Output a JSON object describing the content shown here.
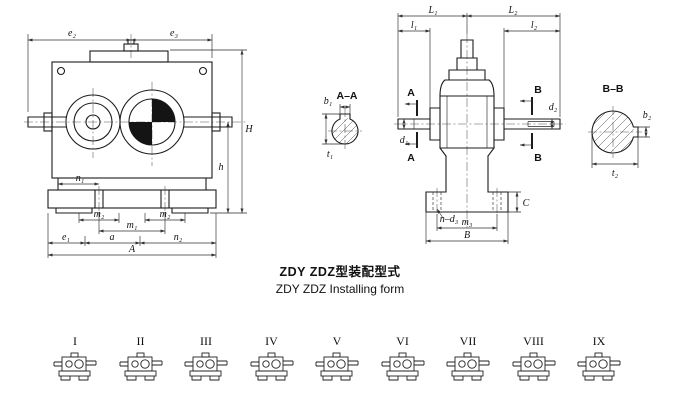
{
  "caption": {
    "line1": "ZDY ZDZ型装配型式",
    "line2": "ZDY ZDZ Installing form"
  },
  "front_view": {
    "dims": {
      "e2": "e₂",
      "e3": "e₃",
      "H": "H",
      "h": "h",
      "n1": "n₁",
      "m2_left": "m₂",
      "m2_right": "m₂",
      "m1": "m₁",
      "e1": "e₁",
      "a": "a",
      "n2": "n₂",
      "A": "A"
    }
  },
  "section_aa": {
    "title": "A–A",
    "dims": {
      "b1": "b₁",
      "t1": "t₁"
    }
  },
  "side_view": {
    "dims": {
      "L1": "L₁",
      "L2": "L₂",
      "l1": "l₁",
      "l2": "l₂",
      "A_top": "A",
      "A_bottom": "A",
      "B_top": "B",
      "B_bottom_mark": "B",
      "d1": "d₁",
      "d2": "d₂",
      "C": "C",
      "n_d3": "n–d₃",
      "m3": "m₃",
      "B_base": "B"
    }
  },
  "section_bb": {
    "title": "B–B",
    "dims": {
      "b2": "b₂",
      "t2": "t₂"
    }
  },
  "forms": {
    "items": [
      {
        "numeral": "I"
      },
      {
        "numeral": "II"
      },
      {
        "numeral": "III"
      },
      {
        "numeral": "IV"
      },
      {
        "numeral": "V"
      },
      {
        "numeral": "VI"
      },
      {
        "numeral": "VII"
      },
      {
        "numeral": "VIII"
      },
      {
        "numeral": "IX"
      }
    ]
  }
}
